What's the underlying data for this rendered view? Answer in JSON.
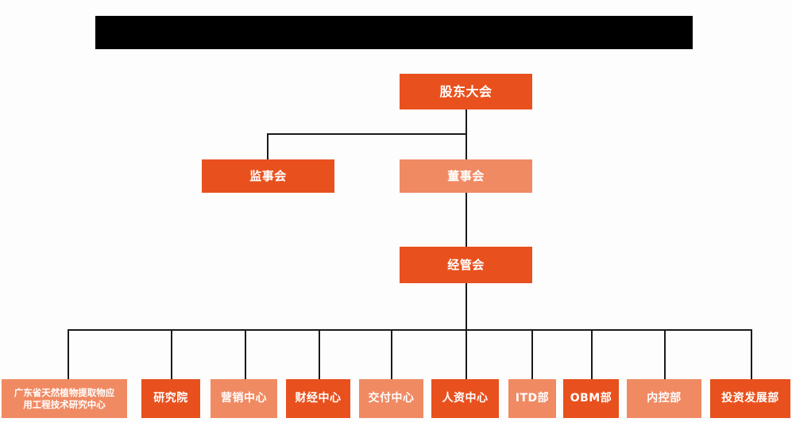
{
  "chart_title_bar": {
    "name": "redacted-title-bar",
    "text": "",
    "color": "#000000"
  },
  "colors": {
    "background": "#fdfdfd",
    "accent_dark": "#e8511e",
    "accent_light": "#f08a63",
    "connector": "#1a1a1a",
    "text": "#ffffff"
  },
  "org_chart": {
    "type": "organization-tree",
    "levels": [
      {
        "level": 1,
        "nodes": [
          {
            "id": "shareholders",
            "label": "股东大会",
            "tone": "dark"
          }
        ]
      },
      {
        "level": 2,
        "nodes": [
          {
            "id": "supervisors",
            "label": "监事会",
            "tone": "dark"
          },
          {
            "id": "directors",
            "label": "董事会",
            "tone": "light"
          }
        ]
      },
      {
        "level": 3,
        "nodes": [
          {
            "id": "management",
            "label": "经管会",
            "tone": "dark"
          }
        ]
      },
      {
        "level": 4,
        "nodes": [
          {
            "id": "dept-1",
            "label": "广东省天然植物提取物应\n用工程技术研究中心",
            "tone": "light"
          },
          {
            "id": "dept-2",
            "label": "研究院",
            "tone": "dark"
          },
          {
            "id": "dept-3",
            "label": "营销中心",
            "tone": "light"
          },
          {
            "id": "dept-4",
            "label": "财经中心",
            "tone": "dark"
          },
          {
            "id": "dept-5",
            "label": "交付中心",
            "tone": "light"
          },
          {
            "id": "dept-6",
            "label": "人资中心",
            "tone": "dark"
          },
          {
            "id": "dept-7",
            "label": "ITD部",
            "tone": "light"
          },
          {
            "id": "dept-8",
            "label": "OBM部",
            "tone": "dark"
          },
          {
            "id": "dept-9",
            "label": "内控部",
            "tone": "light"
          },
          {
            "id": "dept-10",
            "label": "投资发展部",
            "tone": "dark"
          }
        ]
      }
    ],
    "edges": [
      {
        "from": "shareholders",
        "to": "supervisors"
      },
      {
        "from": "shareholders",
        "to": "directors"
      },
      {
        "from": "directors",
        "to": "management"
      },
      {
        "from": "management",
        "to": "dept-1"
      },
      {
        "from": "management",
        "to": "dept-2"
      },
      {
        "from": "management",
        "to": "dept-3"
      },
      {
        "from": "management",
        "to": "dept-4"
      },
      {
        "from": "management",
        "to": "dept-5"
      },
      {
        "from": "management",
        "to": "dept-6"
      },
      {
        "from": "management",
        "to": "dept-7"
      },
      {
        "from": "management",
        "to": "dept-8"
      },
      {
        "from": "management",
        "to": "dept-9"
      },
      {
        "from": "management",
        "to": "dept-10"
      }
    ]
  }
}
